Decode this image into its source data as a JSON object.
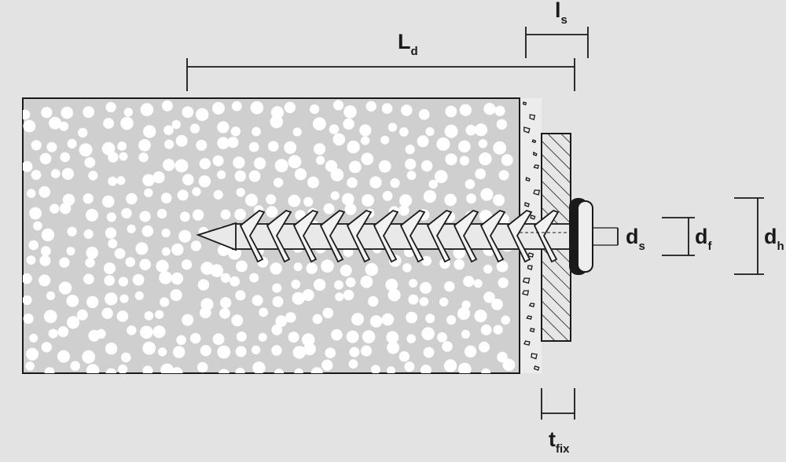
{
  "diagram": {
    "colors": {
      "background": "#e3e3e3",
      "line": "#1a1a1a",
      "base_material": "#cfcfcf",
      "pebbles": "#ffffff",
      "washer": "#1a1a1a",
      "plaster": "#ececec",
      "fixture": "#e6e6e6"
    },
    "labels": {
      "Ld": {
        "main": "L",
        "sub": "d"
      },
      "ls": {
        "main": "l",
        "sub": "s"
      },
      "ds": {
        "main": "d",
        "sub": "s"
      },
      "df": {
        "main": "d",
        "sub": "f"
      },
      "dh": {
        "main": "d",
        "sub": "h"
      },
      "tfix": {
        "main": "t",
        "sub": "fix"
      }
    }
  }
}
